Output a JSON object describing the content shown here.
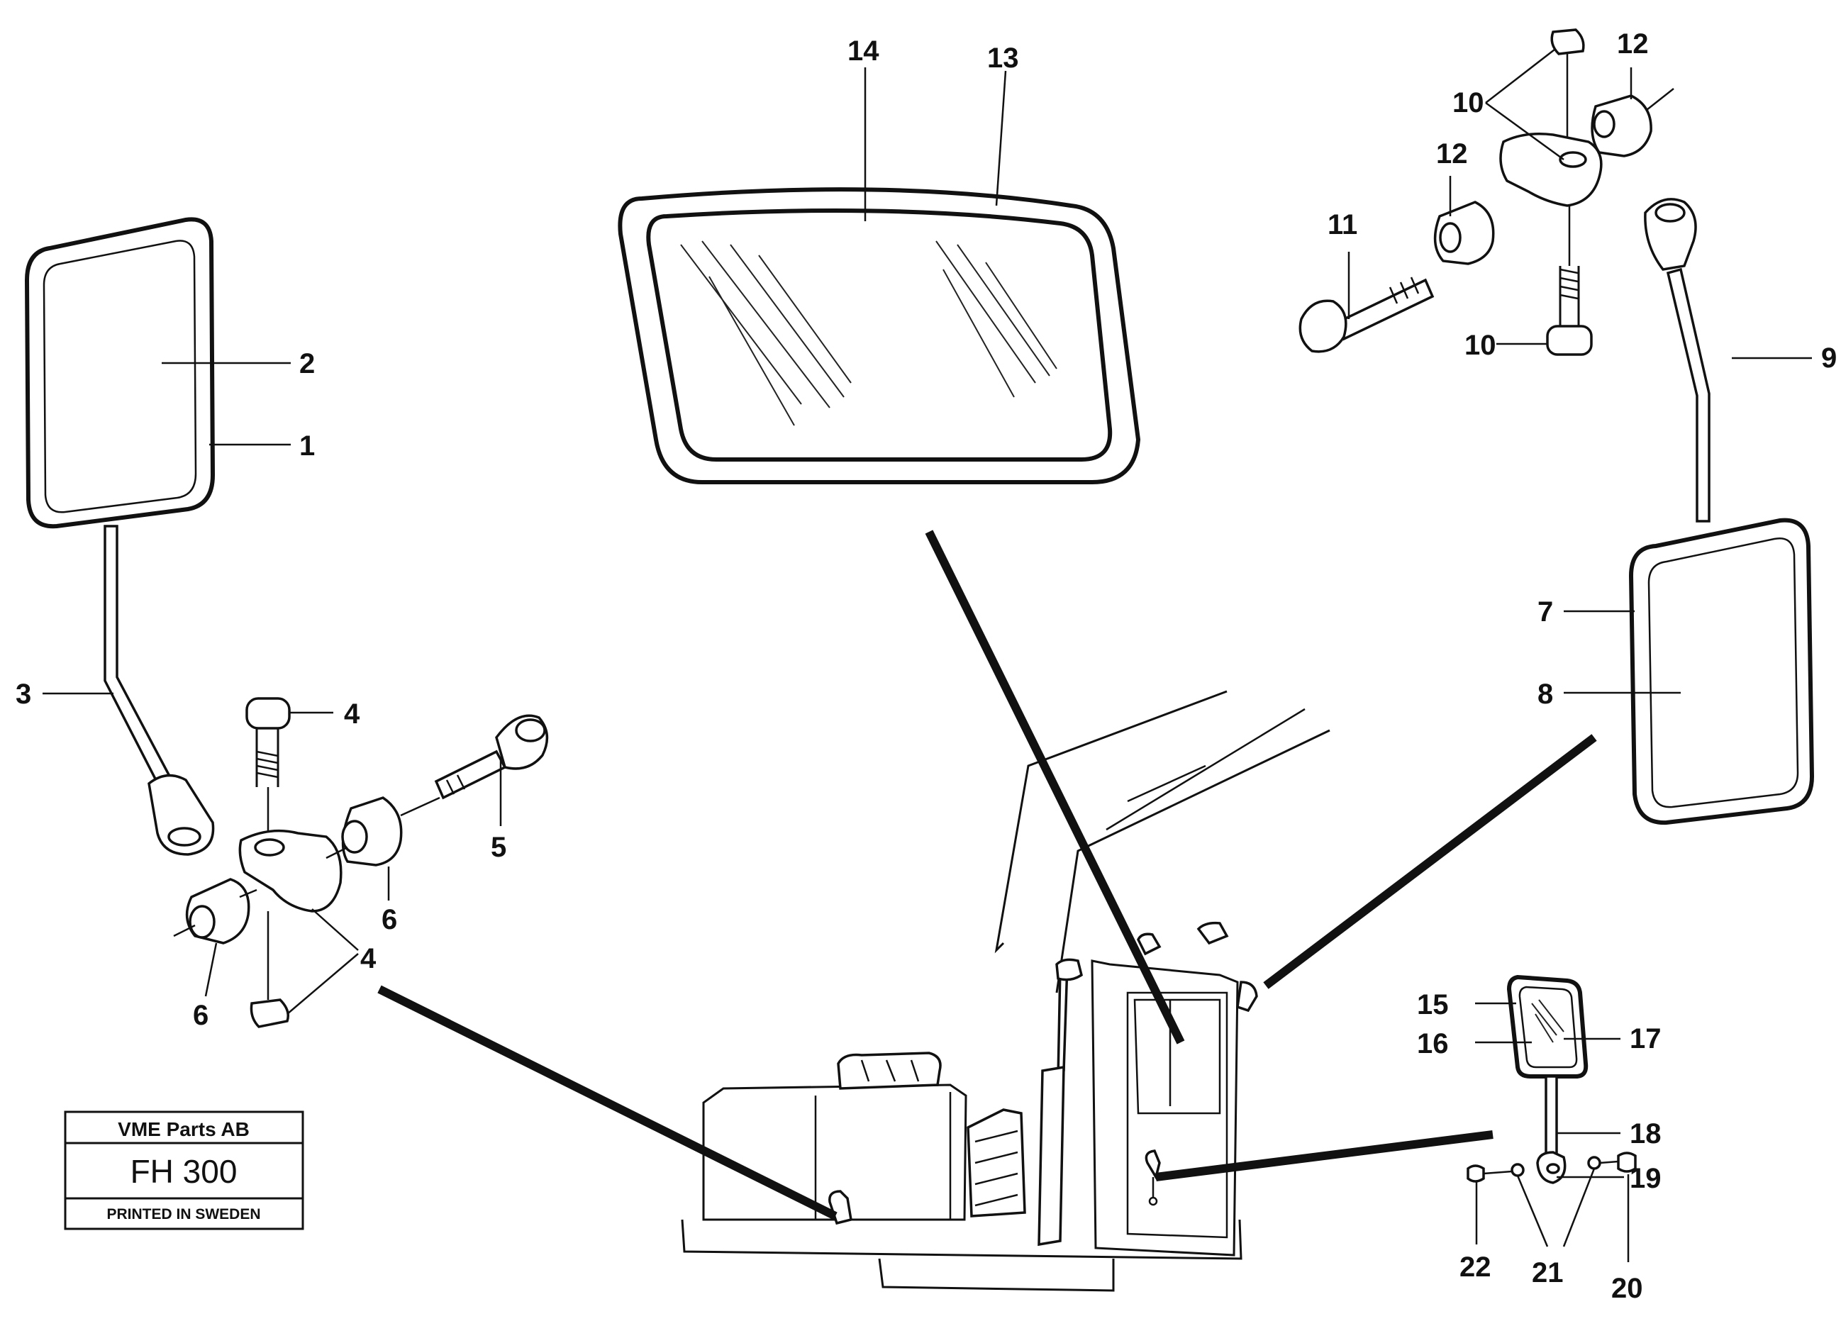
{
  "title_block": {
    "company": "VME Parts AB",
    "code": "FH 300",
    "printed": "PRINTED IN SWEDEN"
  },
  "callouts": [
    {
      "id": "c1",
      "text": "1"
    },
    {
      "id": "c2",
      "text": "2"
    },
    {
      "id": "c3",
      "text": "3"
    },
    {
      "id": "c4a",
      "text": "4"
    },
    {
      "id": "c4b",
      "text": "4"
    },
    {
      "id": "c5",
      "text": "5"
    },
    {
      "id": "c6a",
      "text": "6"
    },
    {
      "id": "c6b",
      "text": "6"
    },
    {
      "id": "c7",
      "text": "7"
    },
    {
      "id": "c8",
      "text": "8"
    },
    {
      "id": "c9",
      "text": "9"
    },
    {
      "id": "c10a",
      "text": "10"
    },
    {
      "id": "c10b",
      "text": "10"
    },
    {
      "id": "c11",
      "text": "11"
    },
    {
      "id": "c12a",
      "text": "12"
    },
    {
      "id": "c12b",
      "text": "12"
    },
    {
      "id": "c13",
      "text": "13"
    },
    {
      "id": "c14",
      "text": "14"
    },
    {
      "id": "c15",
      "text": "15"
    },
    {
      "id": "c16",
      "text": "16"
    },
    {
      "id": "c17",
      "text": "17"
    },
    {
      "id": "c18",
      "text": "18"
    },
    {
      "id": "c19",
      "text": "19"
    },
    {
      "id": "c20",
      "text": "20"
    },
    {
      "id": "c21",
      "text": "21"
    },
    {
      "id": "c22",
      "text": "22"
    }
  ]
}
